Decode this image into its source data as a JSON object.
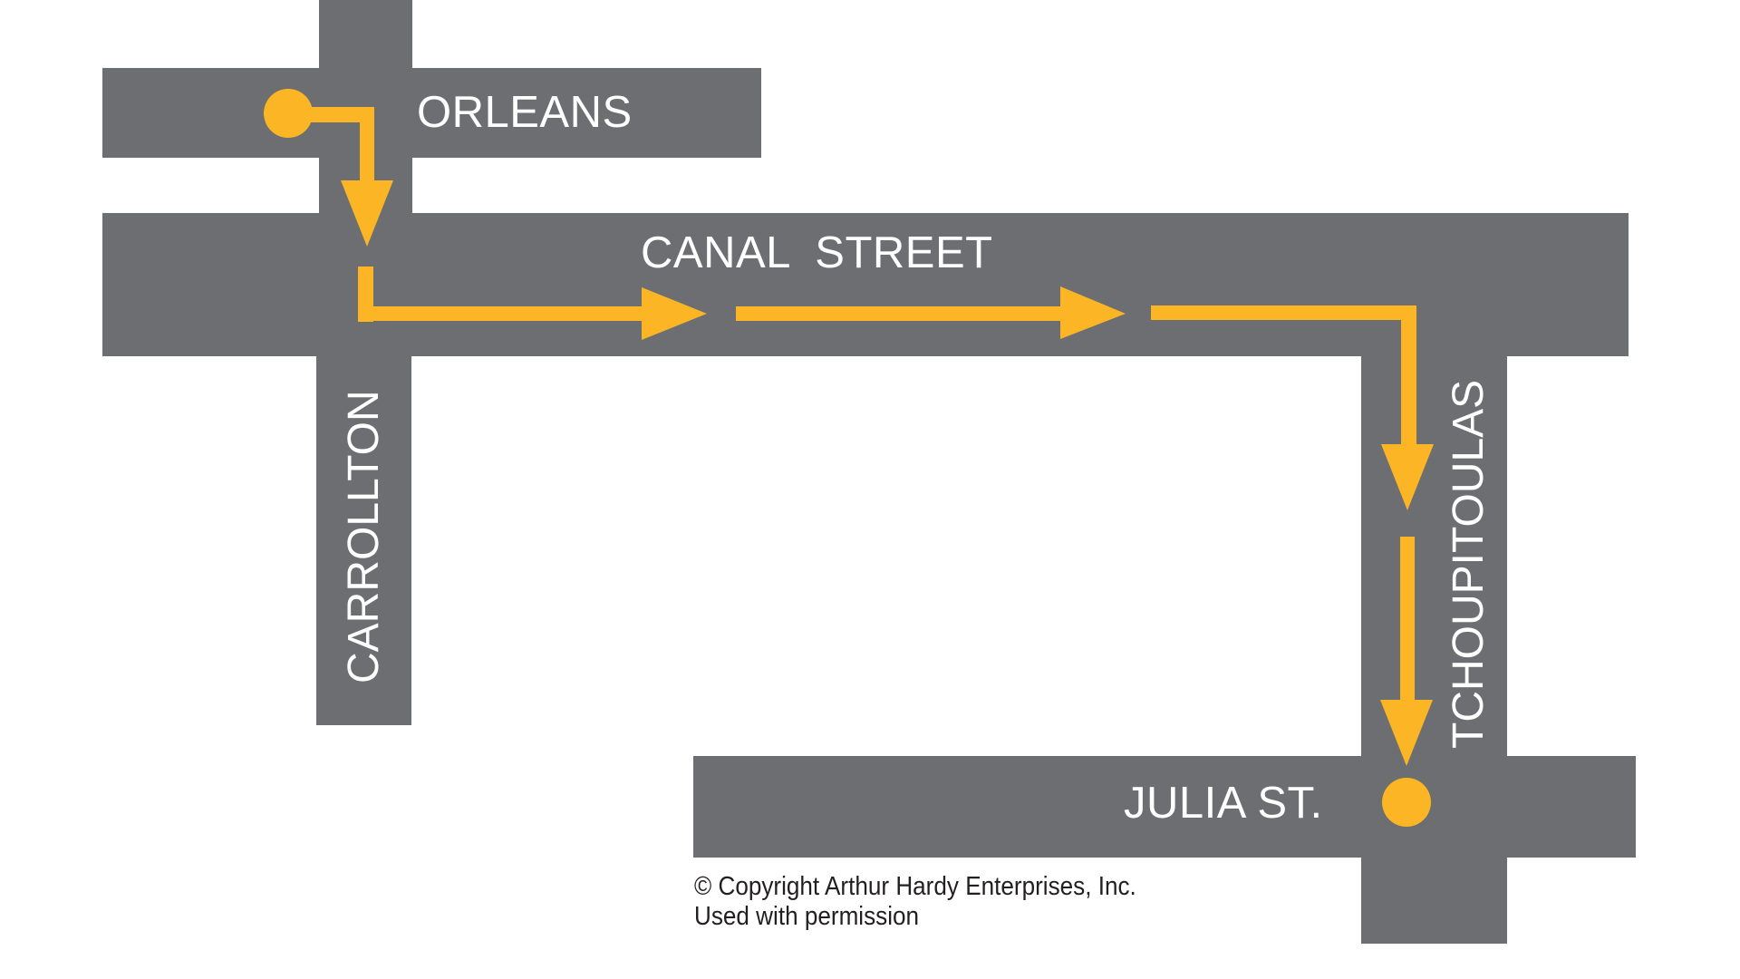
{
  "map": {
    "type": "route-diagram",
    "colors": {
      "street": "#6d6e71",
      "route": "#fbb525",
      "street_label": "#ffffff",
      "credit_text": "#231f20",
      "background": "#ffffff"
    },
    "streets": [
      {
        "id": "orleans",
        "label": "ORLEANS",
        "orientation": "horizontal"
      },
      {
        "id": "canal",
        "label": "CANAL  STREET",
        "orientation": "horizontal"
      },
      {
        "id": "carrollton",
        "label": "CARROLLTON",
        "orientation": "vertical"
      },
      {
        "id": "tchoupitoulas",
        "label": "TCHOUPITOULAS",
        "orientation": "vertical"
      },
      {
        "id": "julia",
        "label": "JULIA ST.",
        "orientation": "horizontal"
      }
    ],
    "route": {
      "start": "Orleans & Carrollton",
      "path": [
        "Orleans",
        "Carrollton",
        "Canal Street",
        "Tchoupitoulas",
        "Julia St."
      ],
      "end": "Julia St. & Tchoupitoulas",
      "start_marker_icon": "circle-marker",
      "end_marker_icon": "circle-marker",
      "direction_icon": "arrow"
    },
    "credit": {
      "line1": "© Copyright Arthur Hardy Enterprises, Inc.",
      "line2": "Used with permission"
    }
  }
}
